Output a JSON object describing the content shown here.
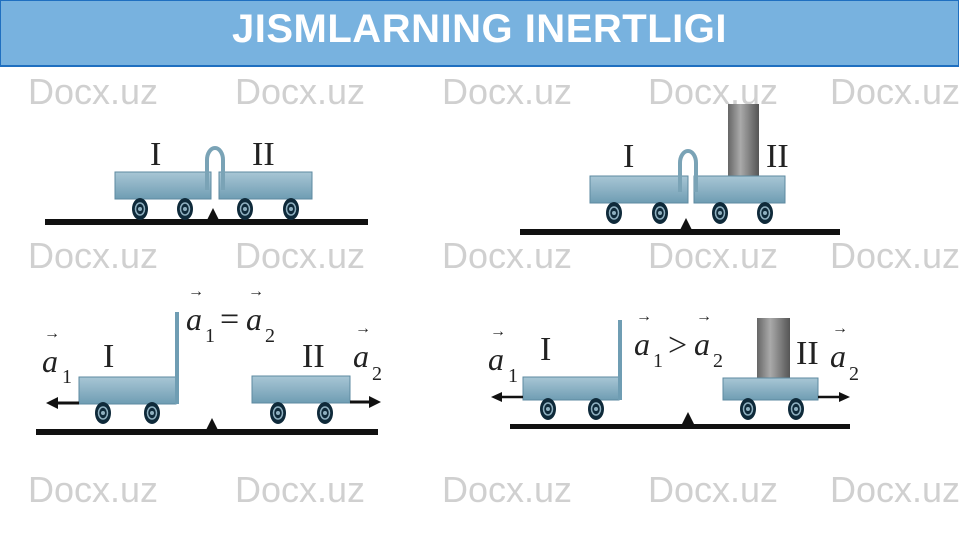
{
  "title": "JISMLARNING INERTLIGI",
  "watermark": "Docx.uz",
  "labels": {
    "cart1": "I",
    "cart2": "II",
    "a": "a",
    "sub1": "1",
    "sub2": "2",
    "equals": "=",
    "greater": ">",
    "vec_arrow": "→"
  },
  "colors": {
    "header": "#78b2df",
    "header_border": "#1f6fc0",
    "cart": "#8fb6c8"
  }
}
